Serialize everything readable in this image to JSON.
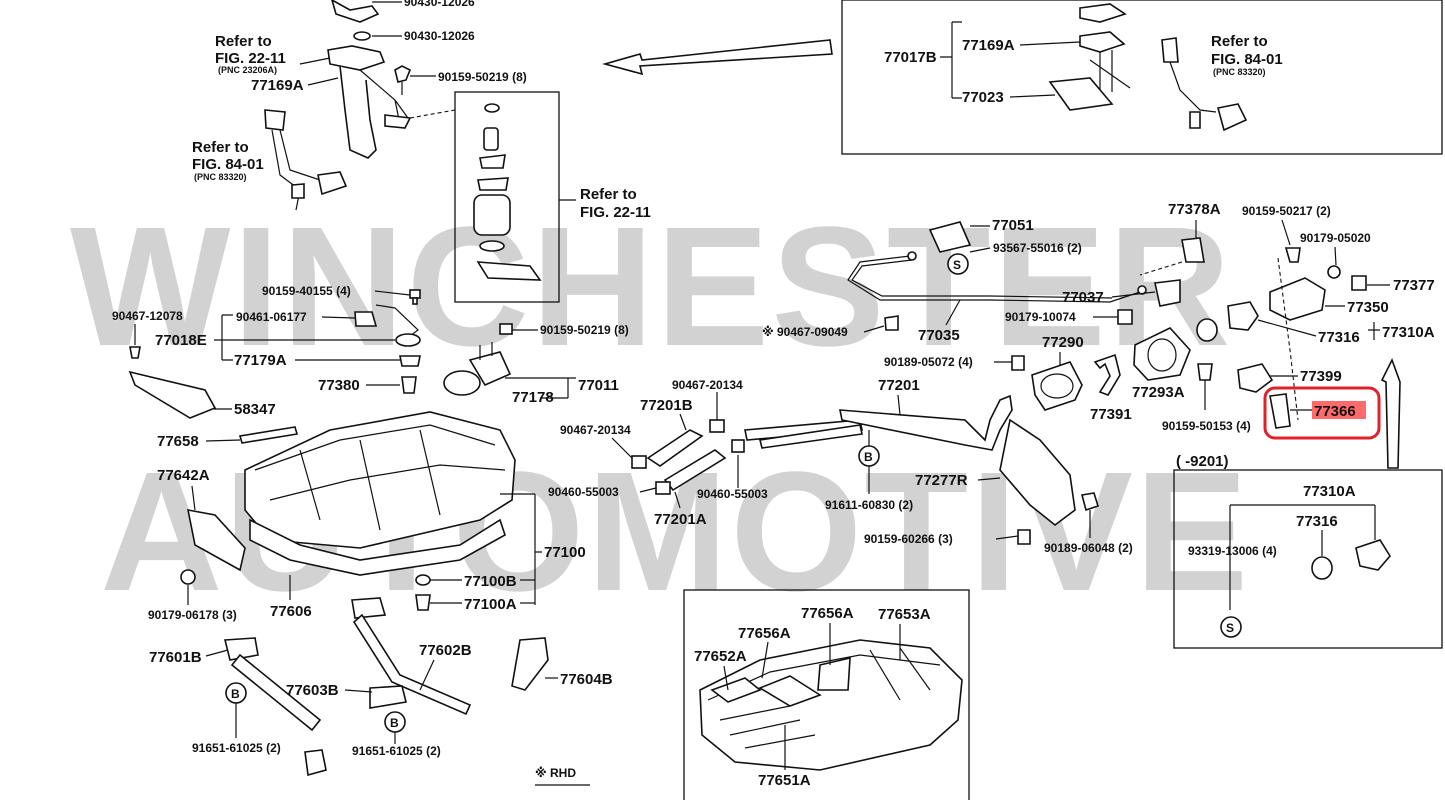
{
  "watermark": {
    "line1": "WINCHESTER",
    "line2": "AUTOMOTIVE"
  },
  "refer_notes": [
    {
      "line1": "Refer to",
      "line2": "FIG. 22-11",
      "pnc": "(PNC 23206A)"
    },
    {
      "line1": "Refer to",
      "line2": "FIG. 84-01",
      "pnc": "(PNC 83320)"
    },
    {
      "line1": "Refer to",
      "line2": "FIG. 22-11"
    },
    {
      "line1": "Refer to",
      "line2": "FIG. 84-01",
      "pnc": "(PNC 83320)"
    }
  ],
  "part_labels": {
    "p90430_12026_top": "90430-12026",
    "p90430_12026": "90430-12026",
    "p90159_50219_8a": "90159-50219 (8)",
    "p77169A": "77169A",
    "p90159_40155": "90159-40155 (4)",
    "p90467_12078": "90467-12078",
    "p90461_06177": "90461-06177",
    "p77018E": "77018E",
    "p77179A": "77179A",
    "p90159_50219_8b": "90159-50219 (8)",
    "p77380": "77380",
    "p77011": "77011",
    "p77178": "77178",
    "p58347": "58347",
    "p77658": "77658",
    "p77642A": "77642A",
    "p77100": "77100",
    "p77100B": "77100B",
    "p77100A": "77100A",
    "p90179_06178": "90179-06178 (3)",
    "p77606": "77606",
    "p77601B": "77601B",
    "p77602B": "77602B",
    "p77603B": "77603B",
    "p77604B": "77604B",
    "p91651_61025a": "91651-61025 (2)",
    "p91651_61025b": "91651-61025 (2)",
    "rhd": "※ RHD",
    "p77017B": "77017B",
    "p77169A_box": "77169A",
    "p77023": "77023",
    "p77051": "77051",
    "p93567_55016": "93567-55016 (2)",
    "p90467_09049": "※ 90467-09049",
    "p77035": "77035",
    "p77037": "77037",
    "p90179_10074": "90179-10074",
    "p90189_05072": "90189-05072 (4)",
    "p77290": "77290",
    "p77201": "77201",
    "p90467_20134a": "90467-20134",
    "p77201B": "77201B",
    "p90467_20134b": "90467-20134",
    "p90460_55003a": "90460-55003",
    "p90460_55003b": "90460-55003",
    "p77201A": "77201A",
    "p91611_60830": "91611-60830 (2)",
    "p77277R": "77277R",
    "p90159_60266": "90159-60266 (3)",
    "p90189_06048": "90189-06048 (2)",
    "p77391": "77391",
    "p77293A": "77293A",
    "p77378A": "77378A",
    "p90159_50217": "90159-50217 (2)",
    "p90179_05020": "90179-05020",
    "p77377": "77377",
    "p77350": "77350",
    "p77316": "77316",
    "p77310A": "77310A",
    "p77399": "77399",
    "p90159_50153": "90159-50153 (4)",
    "p77366": "77366",
    "range_label": "(      -9201)",
    "p77310A_box": "77310A",
    "p77316_box": "77316",
    "p93319_13006": "93319-13006 (4)",
    "p77656A_a": "77656A",
    "p77656A_b": "77656A",
    "p77653A": "77653A",
    "p77652A": "77652A",
    "p77651A": "77651A"
  },
  "circle_markers": {
    "b": "B",
    "s": "S"
  },
  "highlight": {
    "part": "77366",
    "color": "#e0202a"
  }
}
